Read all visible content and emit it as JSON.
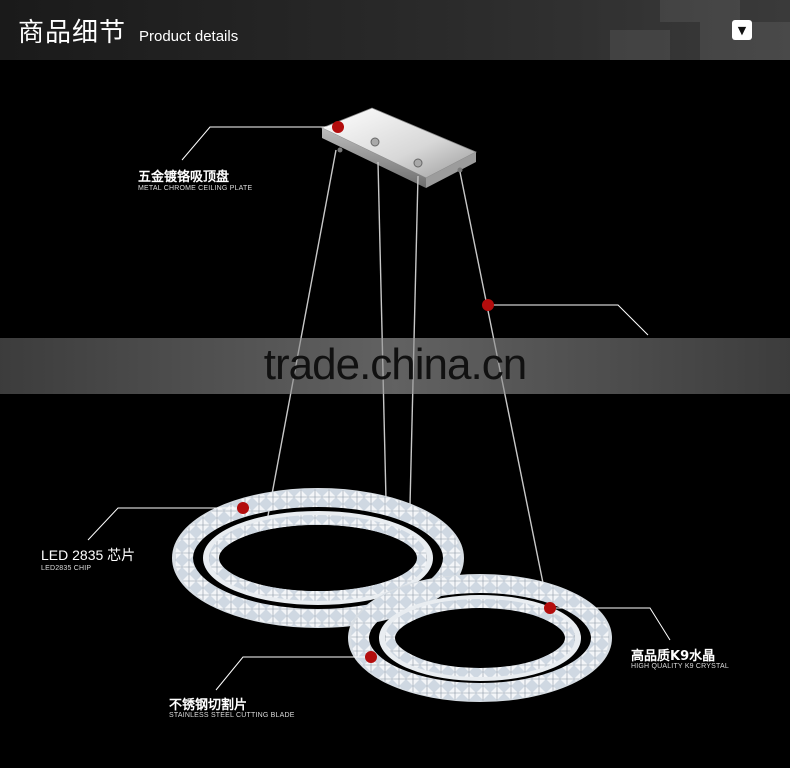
{
  "header": {
    "title_cn": "商品细节",
    "title_en": "Product details",
    "toggle_icon": "chevron-down-icon"
  },
  "watermark": "trade.china.cn",
  "callouts": {
    "ceiling_plate": {
      "cn": "五金镀铬吸顶盘",
      "en": "METAL CHROME CEILING PLATE"
    },
    "led_chip": {
      "cn": "LED 2835 芯片",
      "en": "LED2835 CHIP"
    },
    "crystal": {
      "cn": "高品质K9水晶",
      "en": "HIGH QUALITY K9 CRYSTAL"
    },
    "blade": {
      "cn": "不锈钢切割片",
      "en": "STAINLESS STEEL CUTTING BLADE"
    }
  },
  "colors": {
    "marker": "#b30d0d",
    "background": "#000000",
    "header": "#2a2a2a"
  }
}
